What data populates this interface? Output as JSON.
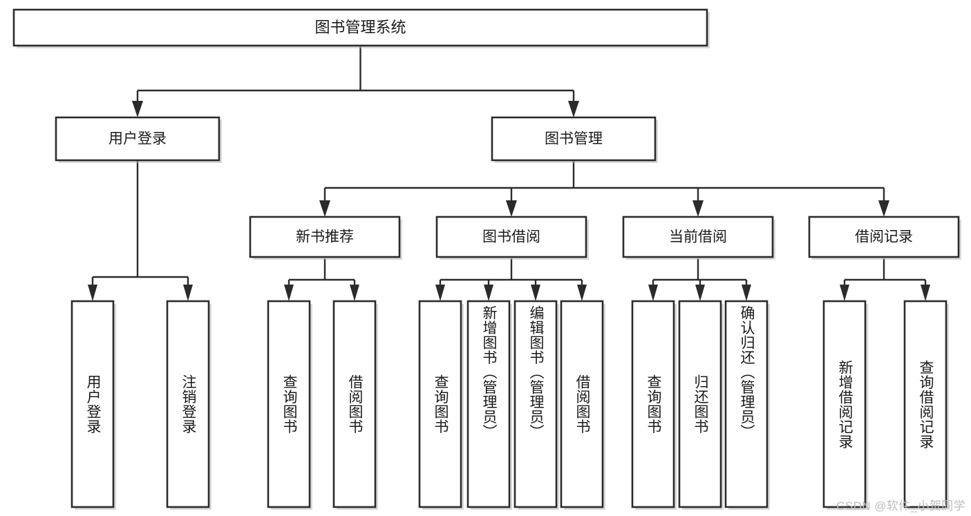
{
  "diagram": {
    "type": "hierarchy-tree",
    "title": "图书管理系统",
    "watermark": "CSDN @软件_小贺同学",
    "colors": {
      "box_stroke": "#2b2b2b",
      "box_fill": "#ffffff",
      "connector": "#2b2b2b",
      "text": "#1a1a1a",
      "watermark": "#bdbdbd",
      "background": "#ffffff"
    },
    "levels": {
      "level1": [
        {
          "id": "root",
          "label": "图书管理系统",
          "orientation": "horizontal"
        }
      ],
      "level2": [
        {
          "id": "user-login",
          "label": "用户登录",
          "orientation": "horizontal"
        },
        {
          "id": "book-manage",
          "label": "图书管理",
          "orientation": "horizontal"
        }
      ],
      "level3": [
        {
          "id": "new-book-rec",
          "label": "新书推荐",
          "orientation": "horizontal"
        },
        {
          "id": "book-borrow",
          "label": "图书借阅",
          "orientation": "horizontal"
        },
        {
          "id": "current-borrow",
          "label": "当前借阅",
          "orientation": "horizontal"
        },
        {
          "id": "borrow-record",
          "label": "借阅记录",
          "orientation": "horizontal"
        }
      ],
      "level4": [
        {
          "id": "leaf-user-login",
          "label": "用户登录",
          "orientation": "vertical",
          "parent": "user-login"
        },
        {
          "id": "leaf-user-logout",
          "label": "注销登录",
          "orientation": "vertical",
          "parent": "user-login"
        },
        {
          "id": "leaf-query-book-1",
          "label": "查询图书",
          "orientation": "vertical",
          "parent": "new-book-rec"
        },
        {
          "id": "leaf-borrow-book-1",
          "label": "借阅图书",
          "orientation": "vertical",
          "parent": "new-book-rec"
        },
        {
          "id": "leaf-query-book-2",
          "label": "查询图书",
          "orientation": "vertical",
          "parent": "book-borrow"
        },
        {
          "id": "leaf-add-book",
          "label": "新增图书（管理员）",
          "orientation": "vertical",
          "parent": "book-borrow"
        },
        {
          "id": "leaf-edit-book",
          "label": "编辑图书（管理员）",
          "orientation": "vertical",
          "parent": "book-borrow"
        },
        {
          "id": "leaf-borrow-book-2",
          "label": "借阅图书",
          "orientation": "vertical",
          "parent": "book-borrow"
        },
        {
          "id": "leaf-query-book-3",
          "label": "查询图书",
          "orientation": "vertical",
          "parent": "current-borrow"
        },
        {
          "id": "leaf-return-book",
          "label": "归还图书",
          "orientation": "vertical",
          "parent": "current-borrow"
        },
        {
          "id": "leaf-confirm-return",
          "label": "确认归还（管理员）",
          "orientation": "vertical",
          "parent": "current-borrow"
        },
        {
          "id": "leaf-add-record",
          "label": "新增借阅记录",
          "orientation": "vertical",
          "parent": "borrow-record"
        },
        {
          "id": "leaf-query-record",
          "label": "查询借阅记录",
          "orientation": "vertical",
          "parent": "borrow-record"
        }
      ]
    }
  }
}
